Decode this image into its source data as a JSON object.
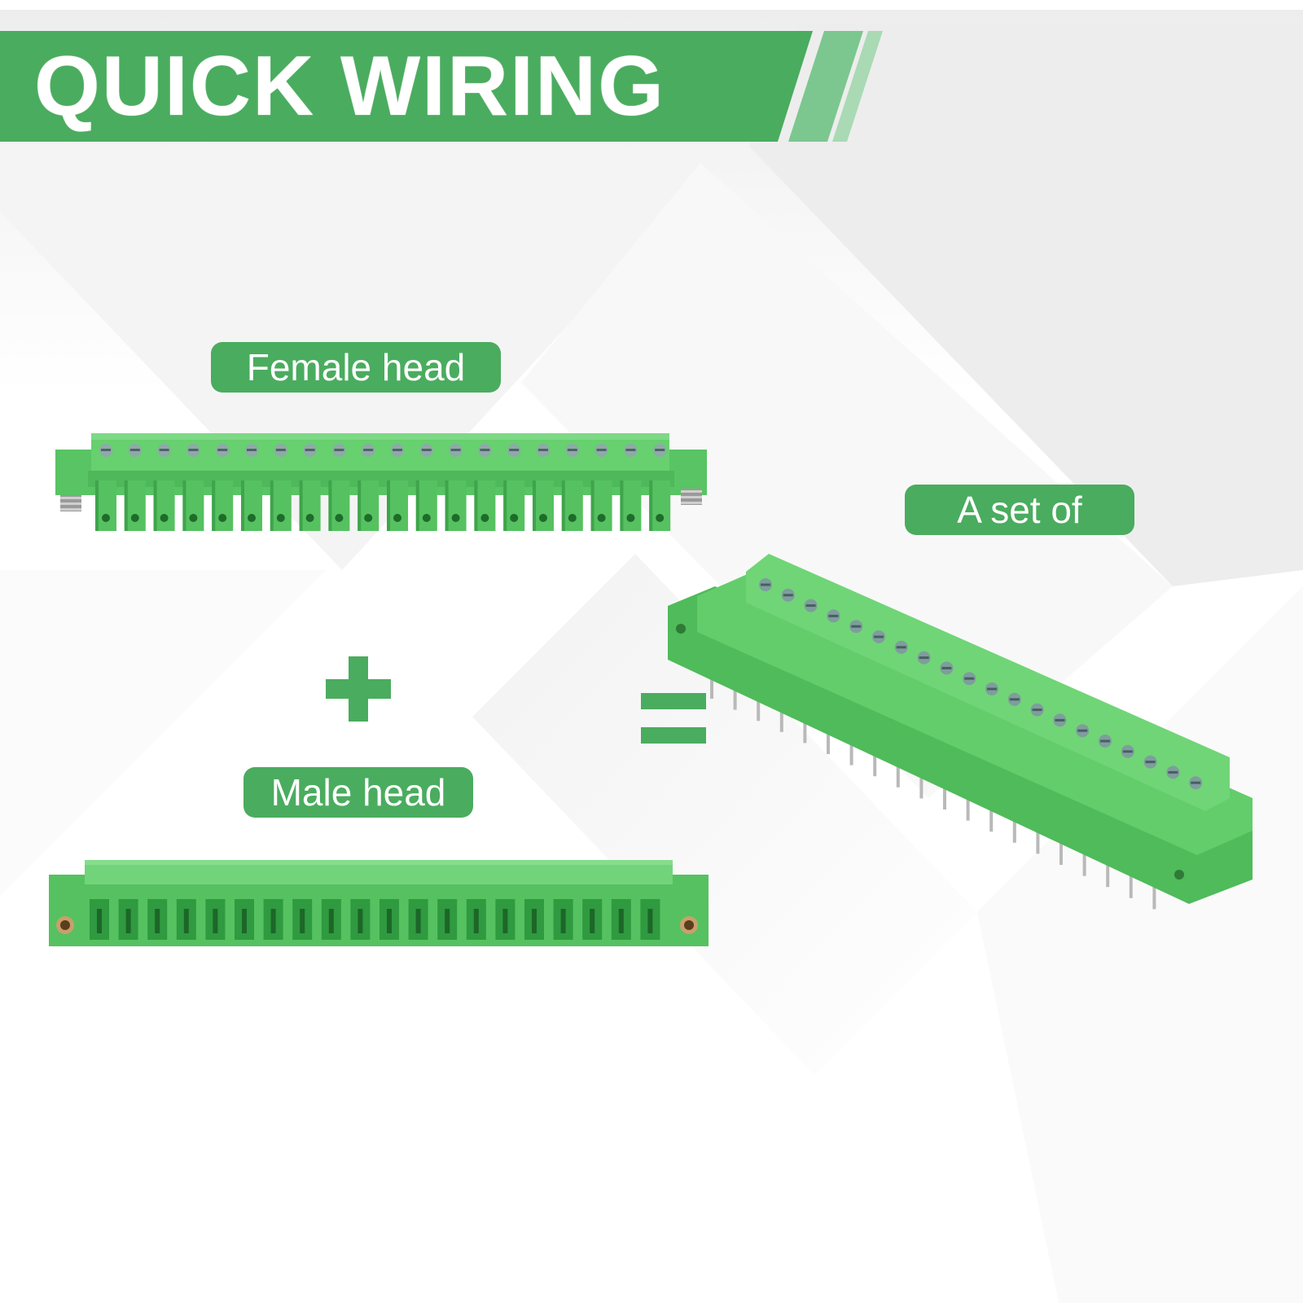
{
  "banner": {
    "title": "QUICK WIRING",
    "color": "#4aac5f"
  },
  "labels": {
    "female": "Female head",
    "male": "Male head",
    "set": "A set of"
  },
  "colors": {
    "accent": "#4aac5f",
    "connector_green": "#5ec965",
    "connector_dark": "#2f9a3f",
    "background": "#ffffff"
  },
  "icons": {
    "plus": "plus-icon",
    "equals": "equals-icon"
  },
  "products": {
    "female_pins": 20,
    "male_pins": 20,
    "assembled_pins": 20
  }
}
